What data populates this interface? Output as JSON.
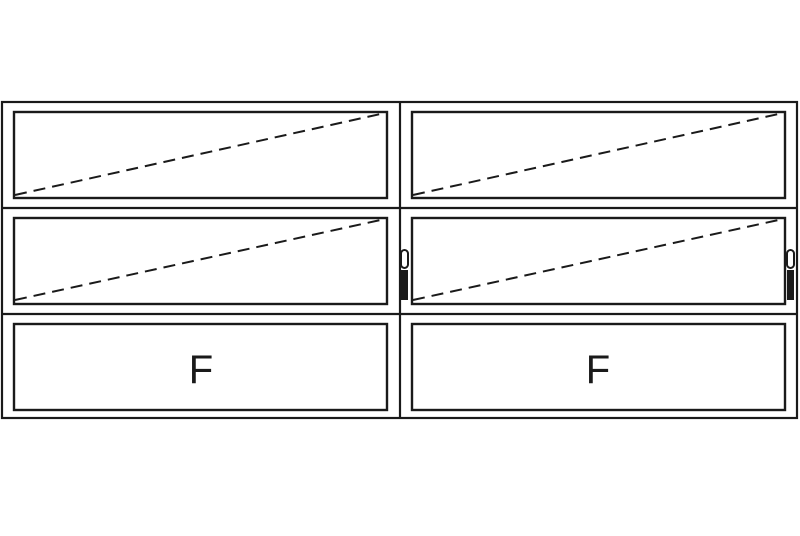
{
  "window": {
    "columns": 2,
    "rows": [
      {
        "type": "hopper"
      },
      {
        "type": "hopper",
        "handle": true
      },
      {
        "type": "fixed",
        "label": "F"
      }
    ]
  },
  "colors": {
    "line": "#1a1a1a",
    "background": "#ffffff"
  },
  "icons": {
    "handle": "window-handle-icon"
  }
}
